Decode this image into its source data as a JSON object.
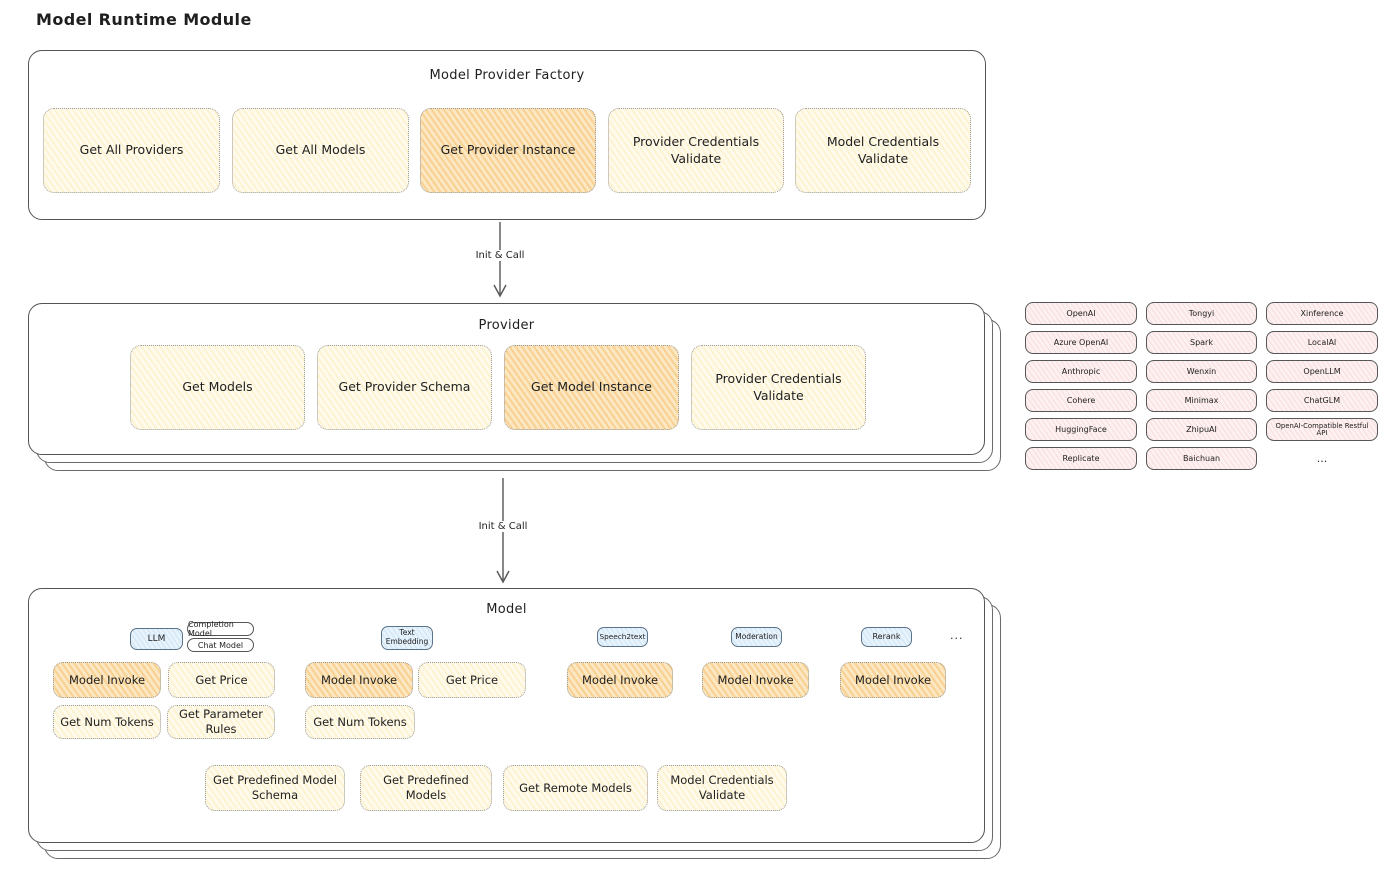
{
  "page": {
    "title": "Model Runtime Module"
  },
  "factory": {
    "title": "Model Provider Factory",
    "buttons": [
      {
        "label": "Get All Providers",
        "highlight": false
      },
      {
        "label": "Get All Models",
        "highlight": false
      },
      {
        "label": "Get Provider Instance",
        "highlight": true
      },
      {
        "label": "Provider Credentials Validate",
        "highlight": false
      },
      {
        "label": "Model Credentials Validate",
        "highlight": false
      }
    ]
  },
  "arrow1": {
    "label": "Init & Call"
  },
  "arrow2": {
    "label": "Init & Call"
  },
  "provider": {
    "title": "Provider",
    "buttons": [
      {
        "label": "Get Models",
        "highlight": false
      },
      {
        "label": "Get Provider Schema",
        "highlight": false
      },
      {
        "label": "Get Model Instance",
        "highlight": true
      },
      {
        "label": "Provider Credentials Validate",
        "highlight": false
      }
    ]
  },
  "providers_list": {
    "items": [
      "OpenAI",
      "Tongyi",
      "Xinference",
      "Azure OpenAI",
      "Spark",
      "LocalAI",
      "Anthropic",
      "Wenxin",
      "OpenLLM",
      "Cohere",
      "Minimax",
      "ChatGLM",
      "HuggingFace",
      "ZhipuAI",
      "OpenAI-Compatible Restful API",
      "Replicate",
      "Baichuan",
      "..."
    ]
  },
  "model": {
    "title": "Model",
    "tags": {
      "llm": "LLM",
      "completion_model": "Completion Model",
      "chat_model": "Chat Model",
      "text_embedding": "Text Embedding",
      "speech2text": "Speech2text",
      "moderation": "Moderation",
      "rerank": "Rerank",
      "more": "..."
    },
    "llm_ops": {
      "invoke": "Model Invoke",
      "get_price": "Get Price",
      "get_num_tokens": "Get Num Tokens",
      "get_parameter_rules": "Get Parameter Rules"
    },
    "embedding_ops": {
      "invoke": "Model Invoke",
      "get_price": "Get Price",
      "get_num_tokens": "Get Num Tokens"
    },
    "speech2text_ops": {
      "invoke": "Model Invoke"
    },
    "moderation_ops": {
      "invoke": "Model Invoke"
    },
    "rerank_ops": {
      "invoke": "Model Invoke"
    },
    "common_ops": [
      "Get Predefined Model Schema",
      "Get Predefined Models",
      "Get Remote Models",
      "Model Credentials Validate"
    ]
  },
  "colors": {
    "highlight_orange": "#f7d092",
    "light_yellow": "#fdf3d2",
    "pink": "#fbe1e1",
    "blue": "#d4e8f8",
    "outline": "#545454"
  }
}
